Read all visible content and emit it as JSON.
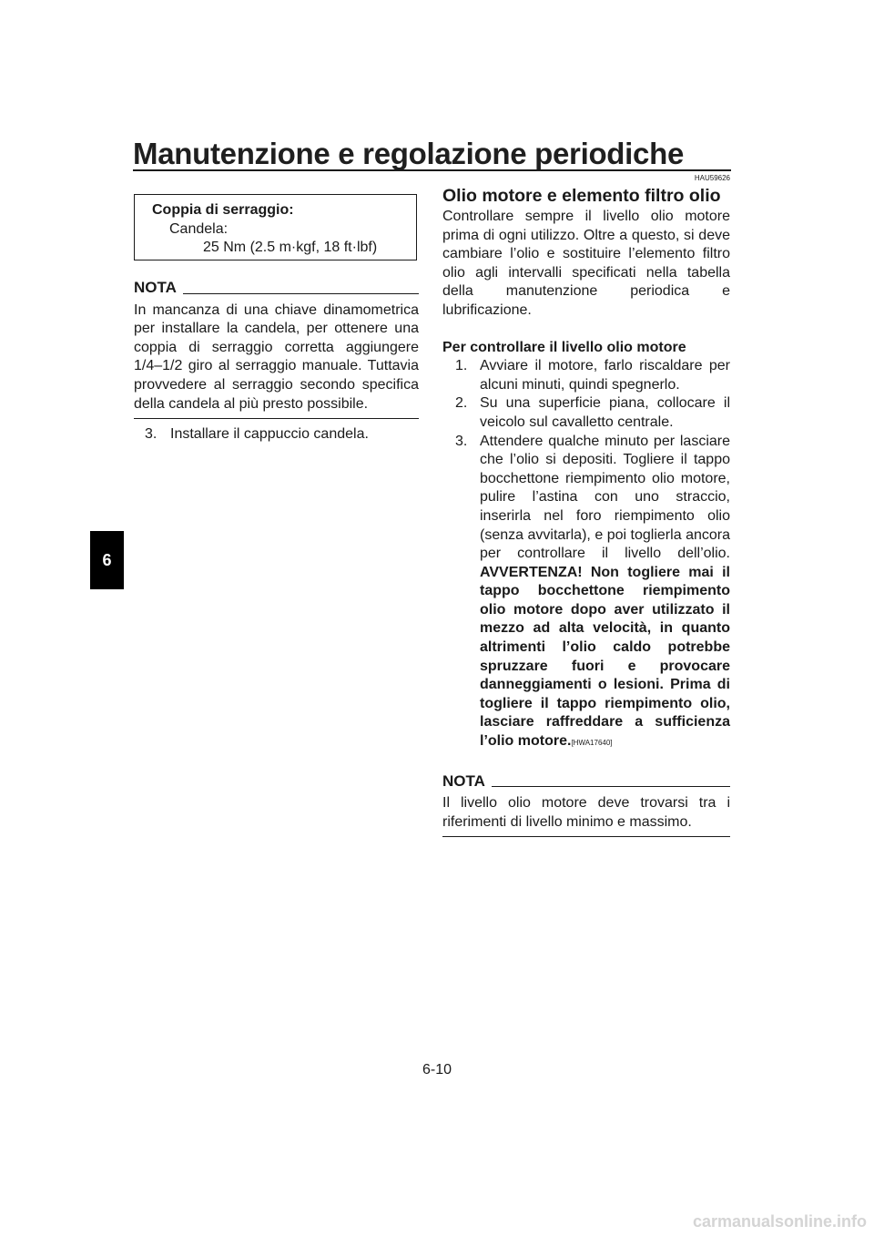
{
  "header": {
    "title": "Manutenzione e regolazione periodiche"
  },
  "chapter_tab": "6",
  "left": {
    "spec": {
      "label": "Coppia di serraggio:",
      "item": "Candela:",
      "value": "25 Nm (2.5 m·kgf, 18 ft·lbf)"
    },
    "nota_label": "NOTA",
    "nota_text": "In mancanza di una chiave dinamometrica per installare la candela, per ottenere una coppia di serraggio corretta aggiungere 1/4–1/2 giro al serraggio manuale. Tuttavia provvedere al serraggio secondo specifica della candela al più presto possibile.",
    "step3_num": "3.",
    "step3_text": "Installare il cappuccio candela."
  },
  "right": {
    "code": "HAU59626",
    "title": "Olio motore e elemento filtro olio",
    "intro": "Controllare sempre il livello olio motore prima di ogni utilizzo. Oltre a questo, si deve cambiare l’olio e sostituire l’elemento filtro olio agli intervalli specificati nella tabella della manutenzione periodica e lubrificazione.",
    "subheading": "Per controllare il livello olio motore",
    "steps": [
      {
        "num": "1.",
        "text": "Avviare il motore, farlo riscaldare per alcuni minuti, quindi spegnerlo."
      },
      {
        "num": "2.",
        "text": "Su una superficie piana, collocare il veicolo sul cavalletto centrale."
      },
      {
        "num": "3.",
        "text": "Attendere qualche minuto per lasciare che l’olio si depositi. Togliere il tappo bocchettone riempimento olio motore, pulire l’astina con uno straccio, inserirla nel foro riempimento olio (senza avvitarla), e poi toglierla ancora per controllare il livello dell’olio."
      }
    ],
    "warning": "AVVERTENZA! Non togliere mai il tappo bocchettone riempimento olio motore dopo aver utilizzato il mezzo ad alta velocità, in quanto altrimenti l’olio caldo potrebbe spruzzare fuori e provocare danneggiamenti o lesioni. Prima di togliere il tappo riempimento olio, lasciare raffreddare a sufficienza l’olio motore.",
    "warning_code": "[HWA17640]",
    "nota_label": "NOTA",
    "nota_text": "Il livello olio motore deve trovarsi tra i riferimenti di livello minimo e massimo."
  },
  "footer": {
    "page_number": "6-10"
  },
  "watermark": "carmanualsonline.info"
}
